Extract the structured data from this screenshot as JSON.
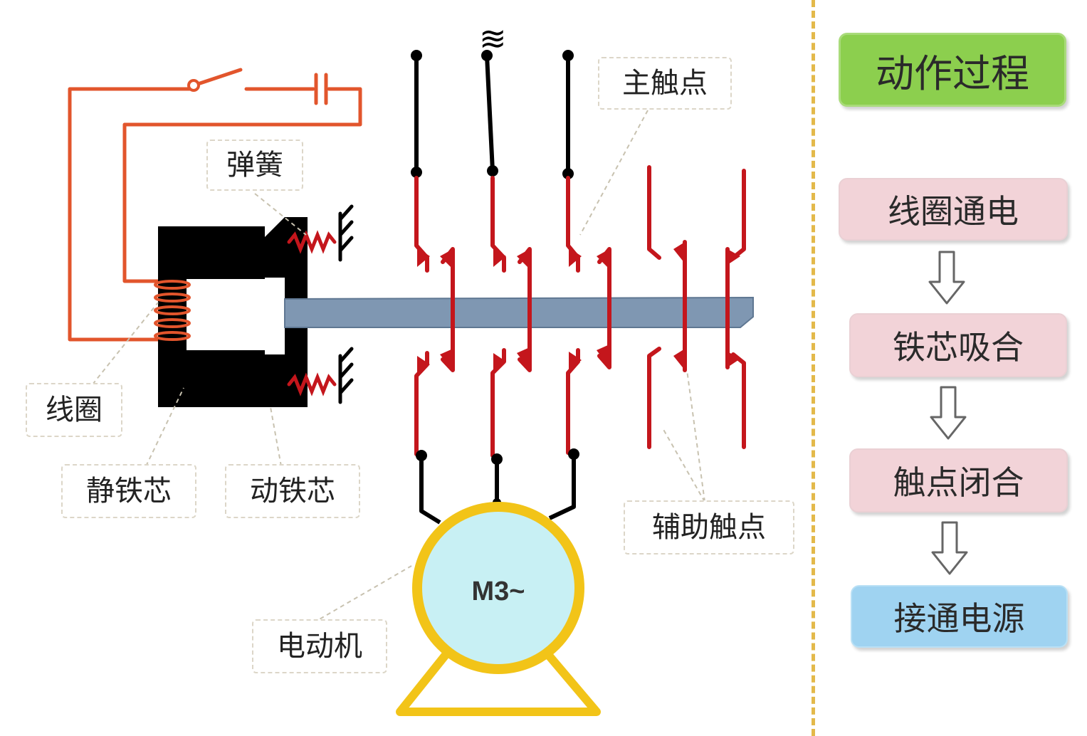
{
  "labels": {
    "spring": "弹簧",
    "main_contacts": "主触点",
    "coil": "线圈",
    "static_core": "静铁芯",
    "moving_core": "动铁芯",
    "auxiliary_contacts": "辅助触点",
    "motor": "电动机",
    "motor_symbol": "M3~",
    "ac_symbol": "≋"
  },
  "flow": {
    "title": "动作过程",
    "steps": [
      "线圈通电",
      "铁芯吸合",
      "触点闭合",
      "接通电源"
    ]
  },
  "colors": {
    "coil_wire": "#e2552c",
    "contacts": "#c4161c",
    "core": "#000000",
    "push_rod": "#7f97b2",
    "motor_ring": "#f2c418",
    "motor_fill": "#c8f0f4",
    "flow_title": "#8ccf4e",
    "flow_step": "#f2d3d8",
    "flow_final": "#9fd3f1",
    "divider": "#e3b94a"
  }
}
